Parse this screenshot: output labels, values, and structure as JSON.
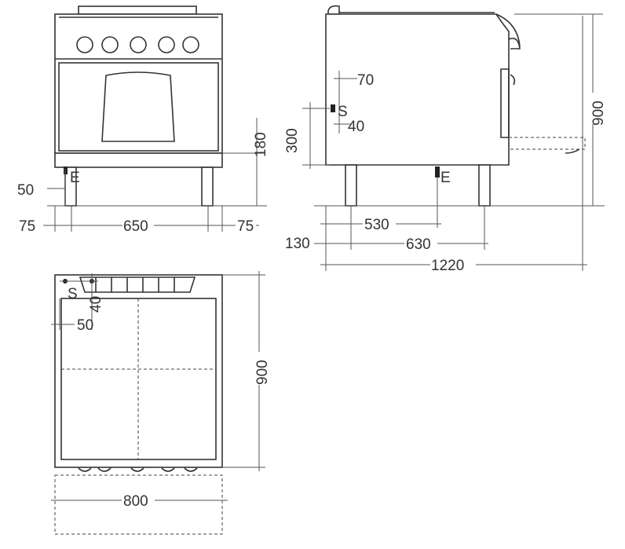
{
  "front_view": {
    "dim_height_plinth": "180",
    "dim_e_height": "50",
    "dim_left": "75",
    "dim_width": "650",
    "dim_right": "75",
    "label_e": "E"
  },
  "side_view": {
    "dim_70": "70",
    "label_s": "S",
    "dim_40": "40",
    "dim_300": "300",
    "label_e": "E",
    "dim_530": "530",
    "dim_130": "130",
    "dim_630": "630",
    "dim_1220": "1220",
    "dim_900": "900"
  },
  "top_view": {
    "label_s": "S",
    "dim_40": "40",
    "dim_50": "50",
    "dim_depth": "900",
    "dim_width": "800"
  }
}
